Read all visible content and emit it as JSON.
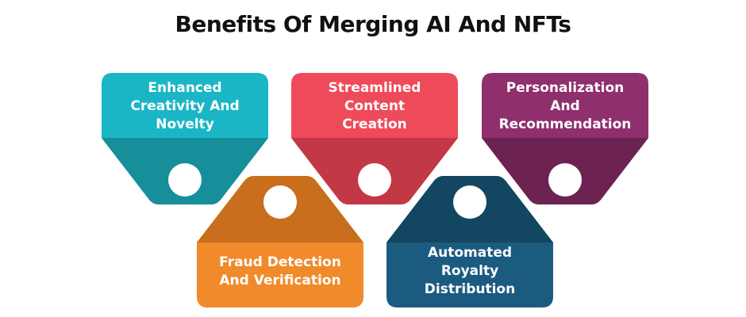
{
  "title": "Benefits Of Merging AI And NFTs",
  "items": [
    {
      "lines": [
        "Enhanced",
        "Creativity And",
        "Novelty"
      ],
      "color": "#1bb6c6",
      "shade": "#168f9a"
    },
    {
      "lines": [
        "Streamlined",
        "Content",
        "Creation"
      ],
      "color": "#ef4a5a",
      "shade": "#c33846"
    },
    {
      "lines": [
        "Personalization",
        "And",
        "Recommendation"
      ],
      "color": "#8f2f6c",
      "shade": "#6c2352"
    },
    {
      "lines": [
        "Fraud Detection",
        "And Verification"
      ],
      "color": "#f08a2a",
      "shade": "#c86e1c"
    },
    {
      "lines": [
        "Automated",
        "Royalty",
        "Distribution"
      ],
      "color": "#1c5b80",
      "shade": "#134660"
    }
  ]
}
